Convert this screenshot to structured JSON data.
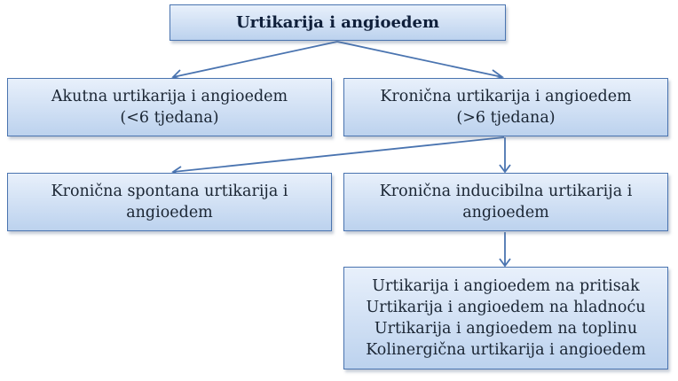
{
  "root": {
    "label": "Urtikarija i angioedem"
  },
  "acute": {
    "line1": "Akutna urtikarija i angioedem",
    "line2": "(<6 tjedana)"
  },
  "chronic": {
    "line1": "Kronična urtikarija i angioedem",
    "line2": "(>6 tjedana)"
  },
  "spontaneous": {
    "line1": "Kronična spontana urtikarija i",
    "line2": "angioedem"
  },
  "inducible": {
    "line1": "Kronična inducibilna urtikarija i",
    "line2": "angioedem"
  },
  "inducible_types": [
    "Urtikarija i angioedem na pritisak",
    "Urtikarija i angioedem na hladnoću",
    "Urtikarija i angioedem na toplinu",
    "Kolinergična urtikarija i angioedem"
  ]
}
